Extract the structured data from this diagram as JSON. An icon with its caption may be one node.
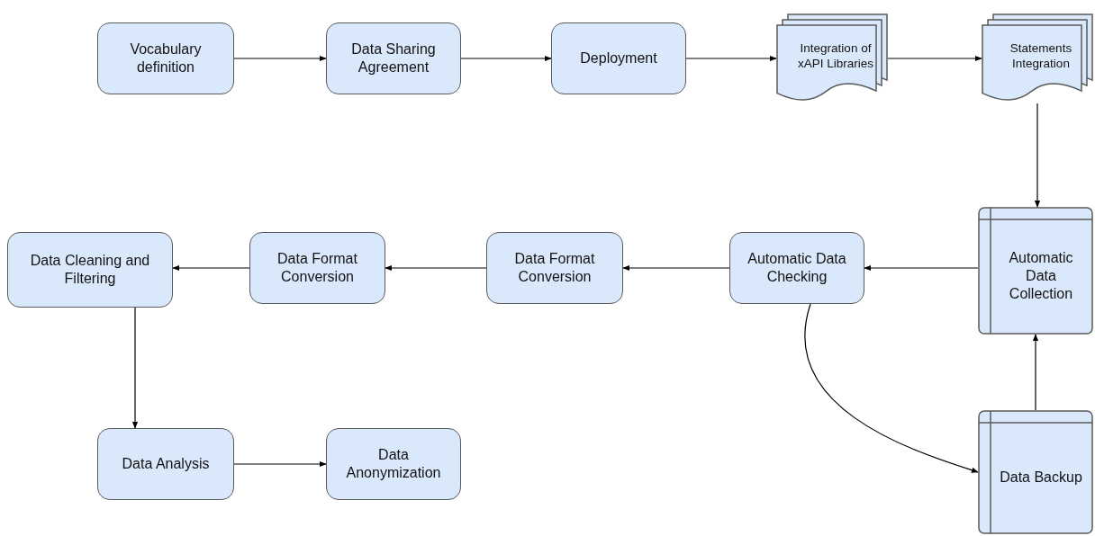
{
  "diagram": {
    "nodes": [
      {
        "text": [
          "Vocabulary definition"
        ]
      },
      {
        "text": [
          "Data Sharing Agreement"
        ]
      },
      {
        "text": [
          "Deployment"
        ]
      },
      {
        "text": [
          "Integration of xAPI Libraries"
        ]
      },
      {
        "text": [
          "Statements Integration"
        ]
      },
      {
        "text": [
          "Automatic Data Collection"
        ]
      },
      {
        "text": [
          "Automatic Data Checking"
        ]
      },
      {
        "text": [
          "Data Format Conversion"
        ]
      },
      {
        "text": [
          "Data Format Conversion"
        ]
      },
      {
        "text": [
          "Data Cleaning and Filtering"
        ]
      },
      {
        "text": [
          "Data Analysis"
        ]
      },
      {
        "text": [
          "Data Anonymization"
        ]
      },
      {
        "text": [
          "Data Backup"
        ]
      }
    ],
    "edges": [
      {
        "from": 0,
        "to": 1,
        "arrow": "to"
      },
      {
        "from": 1,
        "to": 2,
        "arrow": "to"
      },
      {
        "from": 2,
        "to": 3,
        "arrow": "to"
      },
      {
        "from": 3,
        "to": 4,
        "arrow": "to"
      },
      {
        "from": 4,
        "to": 5,
        "arrow": "to"
      },
      {
        "from": 5,
        "to": 6,
        "arrow": "to"
      },
      {
        "from": 6,
        "to": 7,
        "arrow": "to"
      },
      {
        "from": 7,
        "to": 8,
        "arrow": "to"
      },
      {
        "from": 8,
        "to": 9,
        "arrow": "to"
      },
      {
        "from": 9,
        "to": 10,
        "arrow": "to"
      },
      {
        "from": 10,
        "to": 11,
        "arrow": "to"
      },
      {
        "from": 6,
        "to": 12,
        "arrow": "to"
      },
      {
        "from": 12,
        "to": 5,
        "arrow": "to"
      }
    ]
  }
}
